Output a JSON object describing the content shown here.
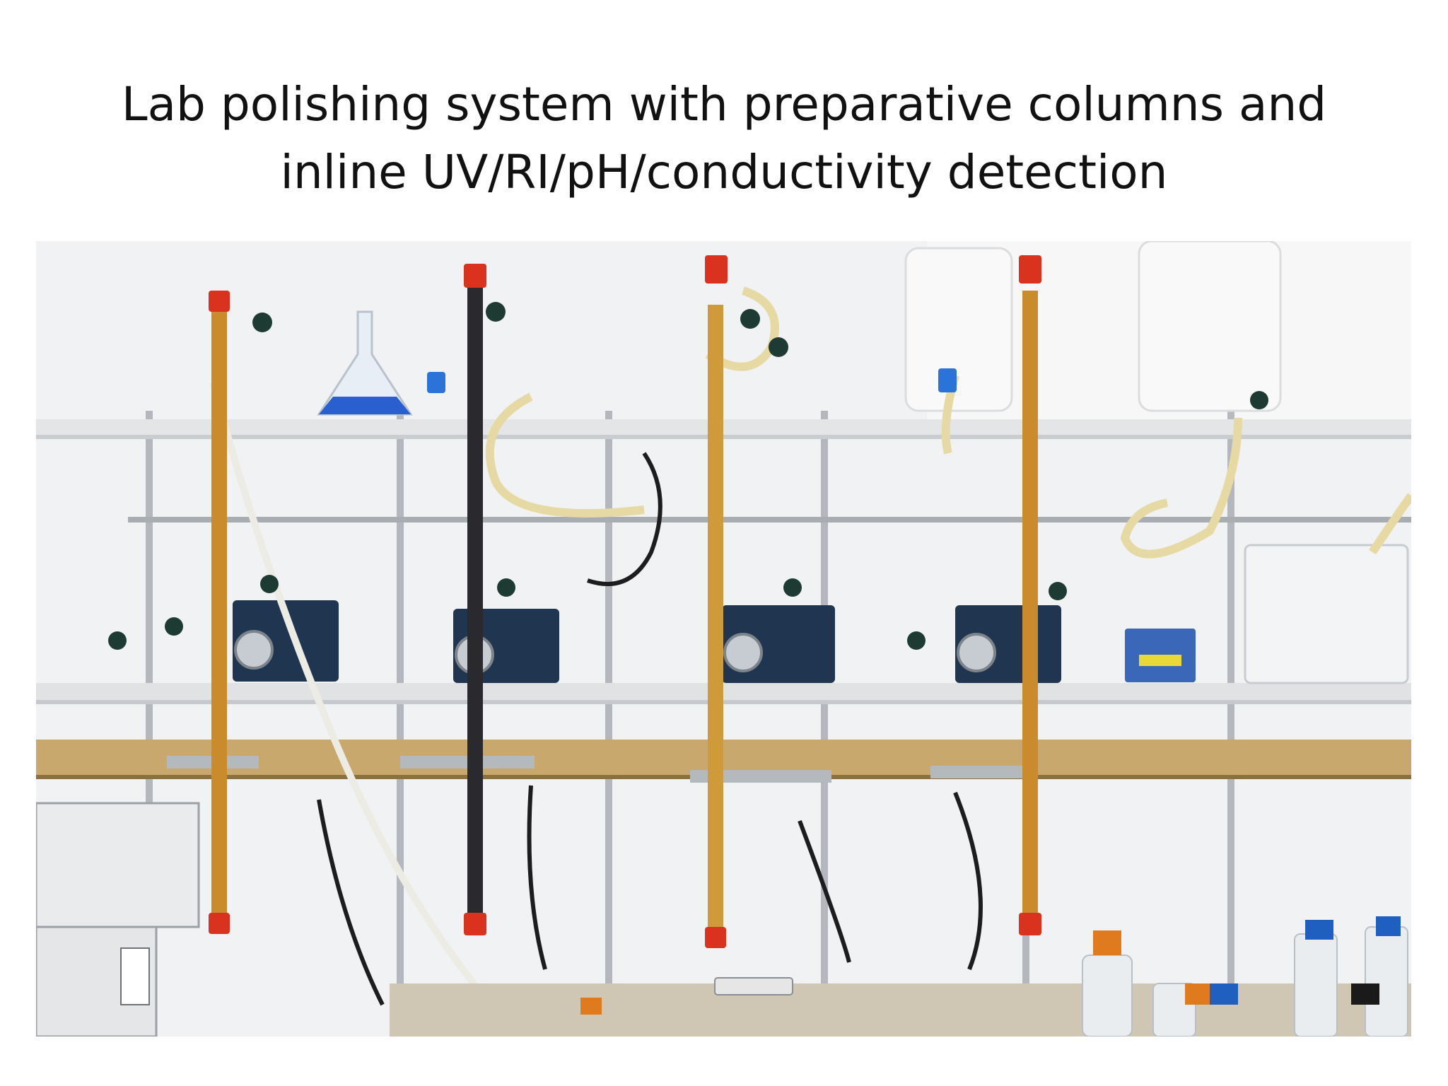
{
  "slide": {
    "title_line_1": "Lab polishing system with preparative columns and",
    "title_line_2": "inline UV/RI/pH/conductivity detection"
  },
  "photo": {
    "subject": "lab-bench-with-columns-and-pumps",
    "palette": {
      "wall": "#f2f3f4",
      "shelf": "#e4e6e8",
      "wood_rail": "#c9a86e",
      "column_amber": "#c98b2c",
      "column_dark": "#2a2a2e",
      "cap_red": "#d9331f",
      "pump_blue": "#1f3550",
      "tubing_cream": "#e8dcaa",
      "steel": "#a8adb2",
      "valve_green": "#1e3b33",
      "cap_blue": "#1f5fbf",
      "cap_orange": "#e07a1f"
    }
  }
}
